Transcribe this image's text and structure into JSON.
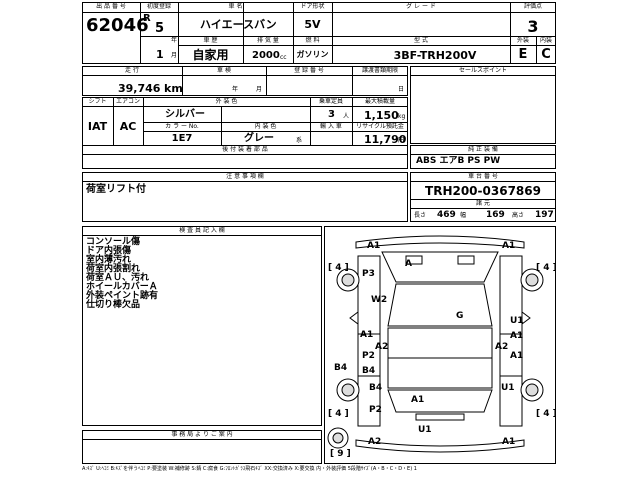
{
  "header": {
    "lot_label": "出 品 番 号",
    "lot_number": "62046",
    "first_reg_label": "初度登録",
    "era_letter": "R",
    "year": "5",
    "year_unit": "年",
    "month": "1",
    "month_unit": "月",
    "model_name_label": "車 名",
    "model_name": "ハイエースバン",
    "door_label": "ドア形状",
    "door": "5V",
    "grade_label": "グ レ ー ド",
    "grade": "",
    "score_label": "評価点",
    "score": "3",
    "category_label": "車 歴",
    "category": "自家用",
    "displacement_label": "排 気 量",
    "displacement": "2000",
    "displacement_unit": "cc",
    "fuel_label": "燃 料",
    "fuel": "ガソリン",
    "model_code_label": "型 式",
    "model_code": "3BF-TRH200V",
    "exterior_label": "外装",
    "exterior": "E",
    "interior_label": "内装",
    "interior": "C"
  },
  "row2": {
    "mileage_label": "走 行",
    "mileage": "39,746",
    "mileage_unit": "km",
    "inspection_label": "車 検",
    "inspection_year_unit": "年",
    "inspection_month_unit": "月",
    "plate_label": "登 録 番 号",
    "transfer_label": "譲渡書類期限",
    "transfer_day_unit": "日",
    "sales_label": "セールスポイント"
  },
  "specs": {
    "shift_label": "シフト",
    "shift": "IAT",
    "ac_label": "エアコン",
    "ac": "AC",
    "color_label": "外 装 色",
    "color": "シルバー",
    "color_no_label": "カ ラ ー No.",
    "color_no": "1E7",
    "trim_label": "内 装 色",
    "trim": "グレー",
    "trim_unit": "系",
    "capacity_label": "乗車定員",
    "capacity": "3",
    "capacity_unit": "人",
    "max_load_label": "最大積載量",
    "max_load": "1,150",
    "max_load_unit": "kg",
    "import_label": "輸 入 車",
    "recycle_label": "リサイクル預託金",
    "recycle": "11,790",
    "recycle_unit": "円",
    "aftermarket_label": "後 付 装 着 部 品",
    "factory_label": "純 正 装 備",
    "factory": "ABS エアB PS PW"
  },
  "notes": {
    "notes_label": "注 意 事 項 欄",
    "notes_text": "荷室リフト付",
    "chassis_label": "車 台 番 号",
    "chassis": "TRH200-0367869",
    "dims_label": "諸 元",
    "length_label": "長さ",
    "length": "469",
    "width_label": "幅",
    "width": "169",
    "height_label": "高さ",
    "height": "197"
  },
  "inspector": {
    "title": "検 査 員 記 入 欄",
    "items": [
      "コンソール傷",
      "ドア内張傷",
      "室内薄汚れ",
      "荷室内張割れ",
      "荷室ＡＵ、汚れ",
      "ホイールカバーＡ",
      "外装ペイント跡有",
      "仕切り棒欠品"
    ]
  },
  "office": {
    "title": "事 務 局 よ り ご 案 内"
  },
  "diagram_marks": {
    "a1_tl": "A1",
    "a1_tr": "A1",
    "a_hood": "A",
    "b4_top_l": "[ 4 ]",
    "b4_top_r": "[ 4 ]",
    "p3": "P3",
    "w2": "W2",
    "g": "G",
    "u1_r": "U1",
    "a1_r2": "A1",
    "a2_r": "A2",
    "a1_l": "A1",
    "a2_l": "A2",
    "p2": "P2",
    "b4_l": "B4",
    "b4_side": "B4",
    "a1_lm": "A1",
    "b4_lm2": "B4",
    "u1_rm": "U1",
    "b4_bot_l": "[ 4 ]",
    "b4_bot_r": "[ 4 ]",
    "p2_b": "P2",
    "a1_b": "A1",
    "u1_b": "U1",
    "a2_bl": "A2",
    "a1_br": "A1",
    "nine": "[ 9 ]"
  },
  "legend": "A:ｷｽﾞ U:ﾍｺﾐ B:ｷｽﾞを伴うﾍｺﾐ P:要塗装 W:補修跡 S:錆 C:腐食 G:ﾌﾛﾝﾄｶﾞﾗｽ飛石ｷｽﾞ XX:交換済み X:要交換 内・外装評価 5段階ｻｲｽﾞ(A・B・C・D・E) 1"
}
